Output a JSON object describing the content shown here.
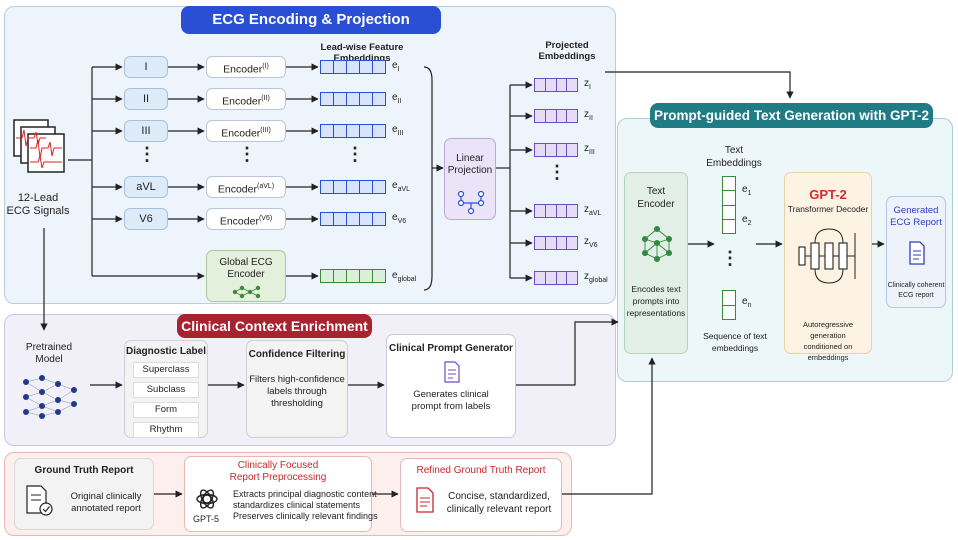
{
  "panels": {
    "encoding": "ECG Encoding & Projection",
    "clinical": "Clinical Context Enrichment",
    "generation": "Prompt-guided Text Generation with GPT-2"
  },
  "input": {
    "line1": "12-Lead",
    "line2": "ECG Signals"
  },
  "leads": [
    "I",
    "II",
    "III",
    "aVL",
    "V6"
  ],
  "encoder_base": "Encoder",
  "encoder_sups": [
    "(I)",
    "(II)",
    "(III)",
    "(aVL)",
    "(V6)"
  ],
  "dots": "⋮",
  "global_encoder": {
    "line1": "Global ECG",
    "line2": "Encoder"
  },
  "leadwise": {
    "line1": "Lead-wise Feature",
    "line2": "Embeddings"
  },
  "e_base": "e",
  "e_subs": [
    "I",
    "II",
    "III",
    "aVL",
    "V6",
    "global"
  ],
  "linear": {
    "line1": "Linear",
    "line2": "Projection"
  },
  "projected": {
    "line1": "Projected",
    "line2": "Embeddings"
  },
  "z_base": "z",
  "z_subs": [
    "I",
    "II",
    "III",
    "aVL",
    "V6",
    "global"
  ],
  "pretrained": {
    "line1": "Pretrained",
    "line2": "Model"
  },
  "diagnostic": {
    "title": "Diagnostic Label",
    "items": [
      "Superclass",
      "Subclass",
      "Form",
      "Rhythm"
    ]
  },
  "confidence": {
    "title": "Confidence Filtering",
    "line1": "Filters high-confidence",
    "line2": "labels through",
    "line3": "thresholding"
  },
  "prompt_gen": {
    "title": "Clinical Prompt Generator",
    "line1": "Generates clinical",
    "line2": "prompt from labels"
  },
  "gt": {
    "title": "Ground Truth Report",
    "line1": "Original clinically",
    "line2": "annotated report"
  },
  "preproc": {
    "title1": "Clinically Focused",
    "title2": "Report Preprocessing",
    "model": "GPT-5",
    "line1": "Extracts principal diagnostic content",
    "line2": "standardizes clinical statements",
    "line3": "Preserves clinically relevant findings"
  },
  "refined": {
    "title": "Refined Ground Truth Report",
    "line1": "Concise, standardized,",
    "line2": "clinically relevant report"
  },
  "text_encoder": {
    "line1": "Text",
    "line2": "Encoder",
    "d1": "Encodes text",
    "d2": "prompts into",
    "d3": "representations"
  },
  "text_emb": {
    "line1": "Text",
    "line2": "Embeddings",
    "sub1": "1",
    "sub2": "2",
    "subn": "n",
    "cap1": "Sequence of text",
    "cap2": "embeddings"
  },
  "gpt2": {
    "title": "GPT-2",
    "sub": "Transformer Decoder",
    "cap1": "Autoregressive generation",
    "cap2": "conditioned on embeddings"
  },
  "generated": {
    "line1": "Generated",
    "line2": "ECG Report",
    "cap1": "Clinically coherent",
    "cap2": "ECG report"
  },
  "colors": {
    "encoding": "#2a4fd4",
    "clinical": "#a82330",
    "generation": "#1f7b84",
    "gpt2": "#d62b2b"
  }
}
